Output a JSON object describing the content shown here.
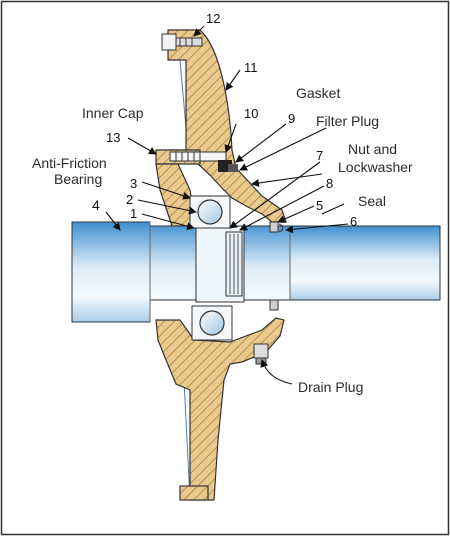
{
  "diagram": {
    "part_labels": {
      "inner_cap": "Inner Cap",
      "anti_friction_bearing_line1": "Anti-Friction",
      "anti_friction_bearing_line2": "Bearing",
      "gasket": "Gasket",
      "filter_plug": "Filter Plug",
      "nut_and_lockwasher_line1": "Nut and",
      "nut_and_lockwasher_line2": "Lockwasher",
      "seal": "Seal",
      "drain_plug": "Drain Plug"
    },
    "callout_numbers": {
      "n1": "1",
      "n2": "2",
      "n3": "3",
      "n4": "4",
      "n5": "5",
      "n6": "6",
      "n7": "7",
      "n8": "8",
      "n9": "9",
      "n10": "10",
      "n11": "11",
      "n12": "12",
      "n13": "13"
    },
    "colors": {
      "housing_tan": "#e9c98d",
      "hatch": "#a8813f",
      "shaft_light": "#eef6fb",
      "shaft_dark": "#3f8fd0",
      "outline": "#333333"
    }
  }
}
